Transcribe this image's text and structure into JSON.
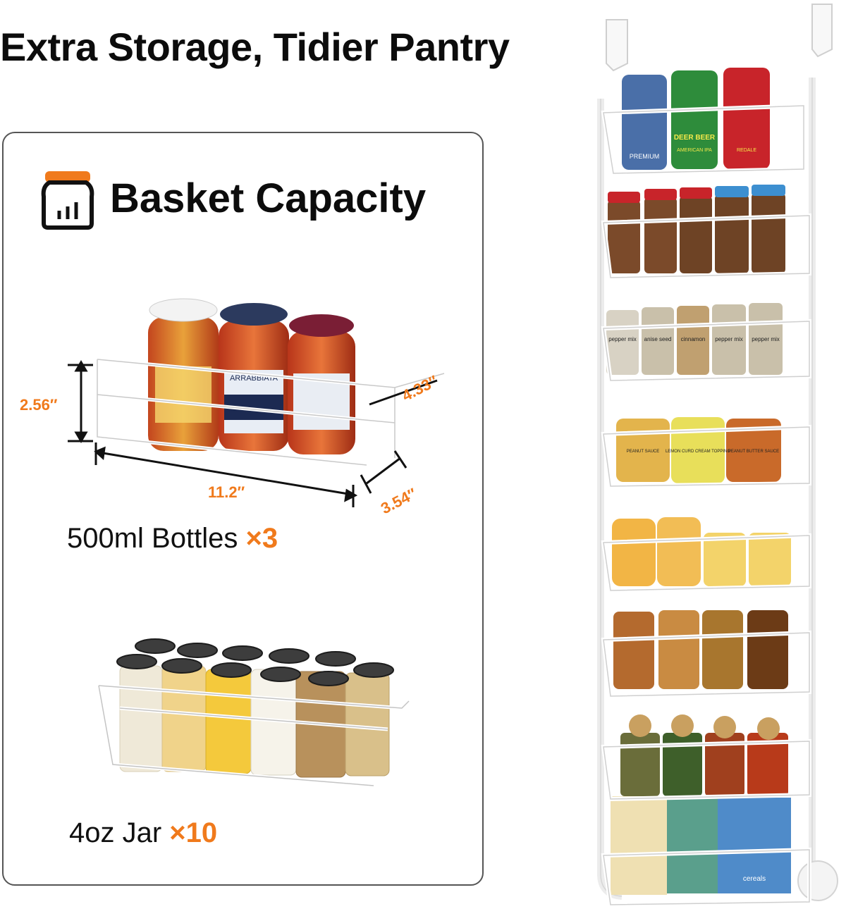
{
  "headline": "Extra Storage, Tidier Pantry",
  "panel": {
    "title": "Basket Capacity",
    "icon": "jar-capacity-icon",
    "dimensions": {
      "height": "2.56″",
      "depth_top": "4.33″",
      "width": "11.2″",
      "depth_bottom": "3.54″"
    },
    "capacity": [
      {
        "item": "500ml Bottles",
        "multiplier": "×3"
      },
      {
        "item": "4oz Jar",
        "multiplier": "×10"
      }
    ],
    "jar_labels": [
      "ARRABBIATA"
    ]
  },
  "rack": {
    "basket_count": 8,
    "labels": {
      "cans": [
        "PREMIUM",
        "DEER BEER",
        "AMERICAN IPA",
        "REDALE"
      ],
      "spice_jars": [
        "pepper mix",
        "anise seed",
        "cinnamon",
        "pepper mix",
        "pepper mix"
      ],
      "sauce_jars": [
        "PEANUT SAUCE",
        "LEMON CURD CREAM TOPPING",
        "PEANUT BUTTER SAUCE"
      ],
      "boxes": [
        "cereals"
      ]
    }
  },
  "colors": {
    "accent": "#f07a1c",
    "text": "#111111",
    "border": "#555555",
    "wire": "#ffffff"
  }
}
